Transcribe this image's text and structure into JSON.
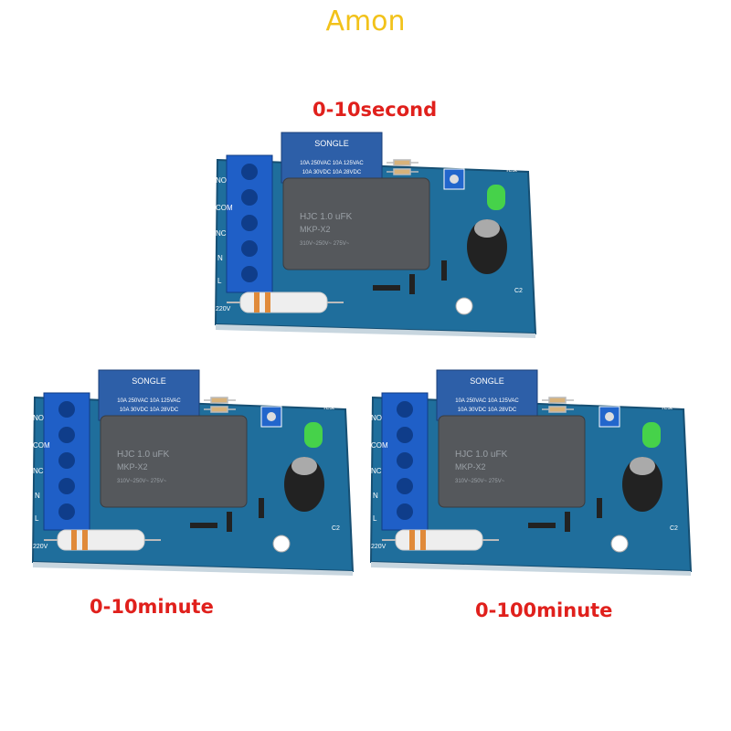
{
  "brand": "Amon",
  "products": [
    {
      "caption": "0-10second"
    },
    {
      "caption": "0-10minute"
    },
    {
      "caption": "0-100minute"
    }
  ],
  "board_print": {
    "relay_brand": "SONGLE",
    "relay_rating_1": "10A 250VAC  10A 125VAC",
    "relay_rating_2": "10A 30VDC  10A 28VDC",
    "capacitor_1": "HJC  1.0 uFK",
    "capacitor_2": "MKP-X2",
    "capacitor_3": "310V~250V~  275V~",
    "terminals": [
      "L",
      "N",
      "NC",
      "COM",
      "NO"
    ],
    "voltage": "220V",
    "test": "Test",
    "c2": "C2"
  },
  "colors": {
    "brand": "#f2c21a",
    "caption": "#e0201c",
    "pcb": "#1f6e9c",
    "relay": "#2d5fa8",
    "capacitor": "#55585c"
  }
}
